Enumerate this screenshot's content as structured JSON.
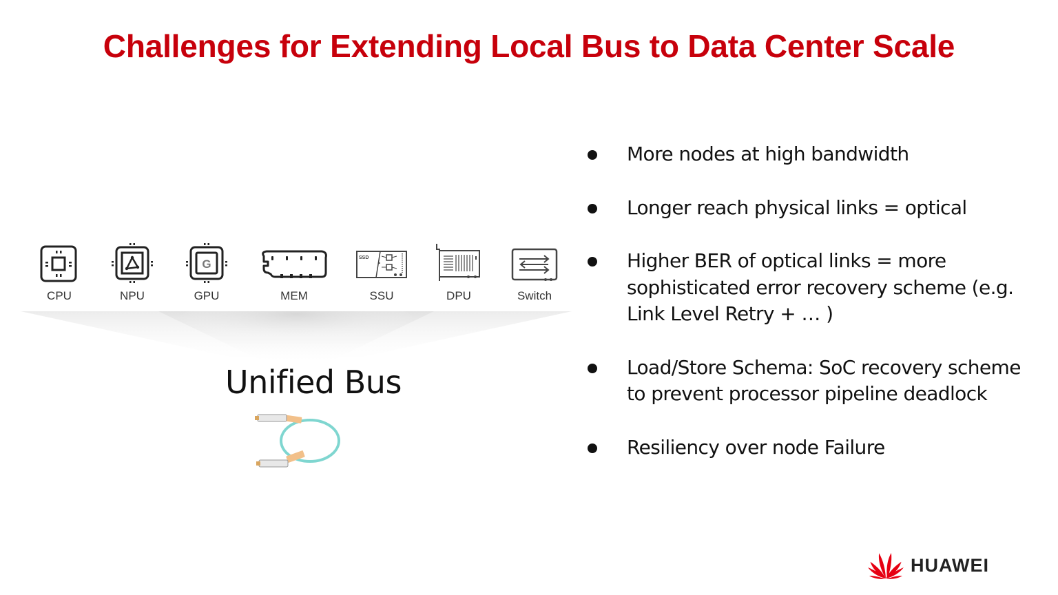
{
  "slide": {
    "title": "Challenges for Extending Local Bus to Data Center Scale",
    "title_color": "#c7000b"
  },
  "devices": [
    {
      "label": "CPU",
      "icon": "cpu-chip-icon"
    },
    {
      "label": "NPU",
      "icon": "npu-chip-icon"
    },
    {
      "label": "GPU",
      "icon": "gpu-chip-icon",
      "glyph": "G"
    },
    {
      "label": "MEM",
      "icon": "memory-module-icon"
    },
    {
      "label": "SSU",
      "icon": "ssd-card-icon",
      "glyph": "SSD"
    },
    {
      "label": "DPU",
      "icon": "pcie-card-icon"
    },
    {
      "label": "Switch",
      "icon": "switch-arrows-icon"
    }
  ],
  "unified_bus": {
    "label": "Unified Bus",
    "image": "optical-cable-icon"
  },
  "bullets": [
    {
      "text": "More nodes at high bandwidth"
    },
    {
      "text": "Longer reach physical links = optical"
    },
    {
      "text": "Higher BER of optical links = more sophisticated error recovery scheme (e.g. Link Level Retry + … )"
    },
    {
      "text": "Load/Store Schema: SoC recovery scheme to prevent processor pipeline deadlock"
    },
    {
      "text": "Resiliency over node Failure"
    }
  ],
  "brand": {
    "name": "HUAWEI",
    "logo": "huawei-petal-logo",
    "color": "#e60012"
  }
}
